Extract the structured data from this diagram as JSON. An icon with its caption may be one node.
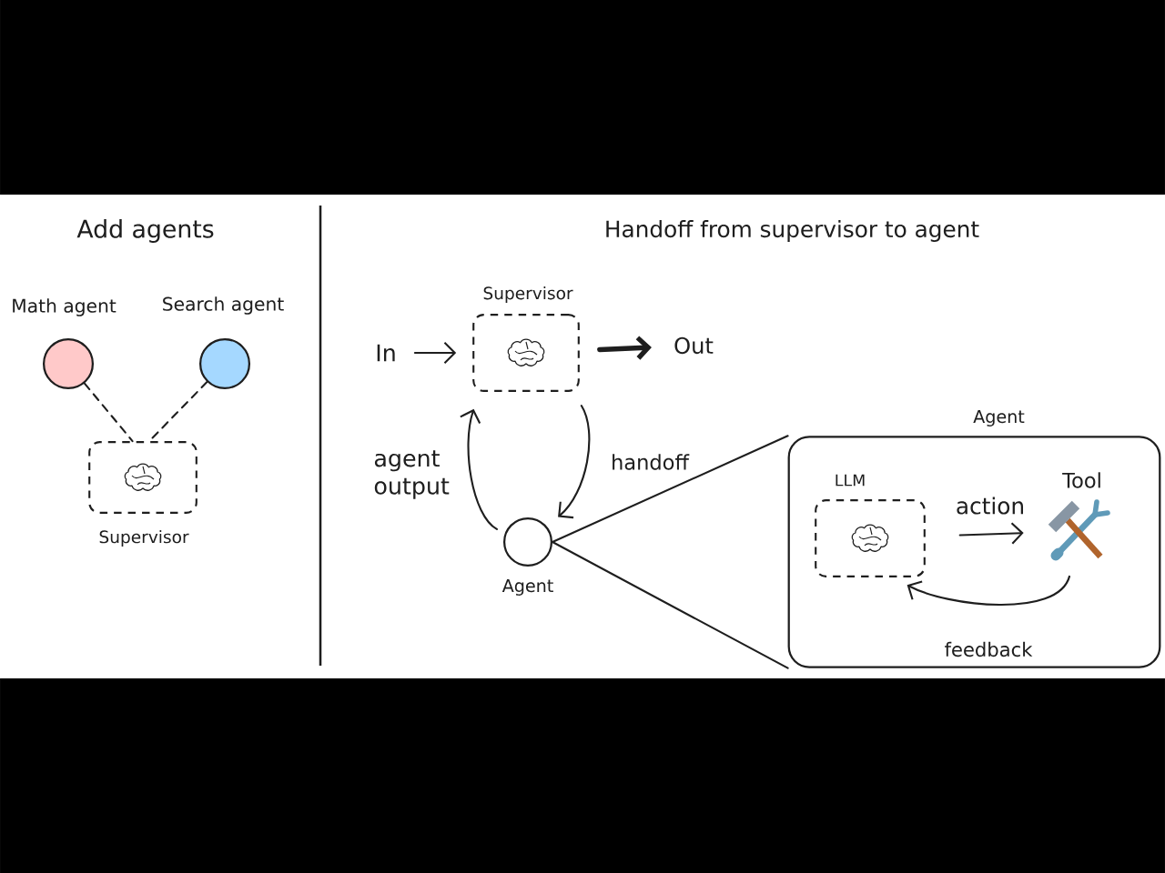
{
  "diagram": {
    "nodes": [
      {
        "text": [
          "Math agent"
        ]
      },
      {
        "text": [
          "Search agent"
        ]
      },
      {
        "text": [
          "Supervisor"
        ]
      },
      {
        "text": [
          "In"
        ]
      },
      {
        "text": [
          "Supervisor"
        ]
      },
      {
        "text": [
          "Out"
        ]
      },
      {
        "text": [
          "Agent"
        ]
      },
      {
        "text": [
          "Agent"
        ]
      },
      {
        "text": [
          "LLM"
        ],
        "in": 7
      },
      {
        "text": [
          "Tool"
        ],
        "in": 7
      }
    ],
    "edges": [
      {
        "from": 0,
        "to": 2,
        "arrow": "none",
        "style": "dashed"
      },
      {
        "from": 1,
        "to": 2,
        "arrow": "none",
        "style": "dashed"
      },
      {
        "from": 3,
        "to": 4,
        "arrow": "to"
      },
      {
        "from": 4,
        "to": 5,
        "arrow": "to",
        "style": "thick"
      },
      {
        "from": 4,
        "to": 6,
        "arrow": "to",
        "label": "handoff"
      },
      {
        "from": 6,
        "to": 4,
        "arrow": "to",
        "label": "agent output"
      },
      {
        "from": 6,
        "to": 7,
        "arrow": "none"
      },
      {
        "from": 6,
        "to": 7,
        "arrow": "none"
      },
      {
        "from": 8,
        "to": 9,
        "arrow": "to",
        "label": "action"
      },
      {
        "from": 9,
        "to": 8,
        "arrow": "to",
        "label": "feedback"
      }
    ],
    "labels": [
      "Add agents",
      "Handoff from supervisor to agent"
    ]
  }
}
